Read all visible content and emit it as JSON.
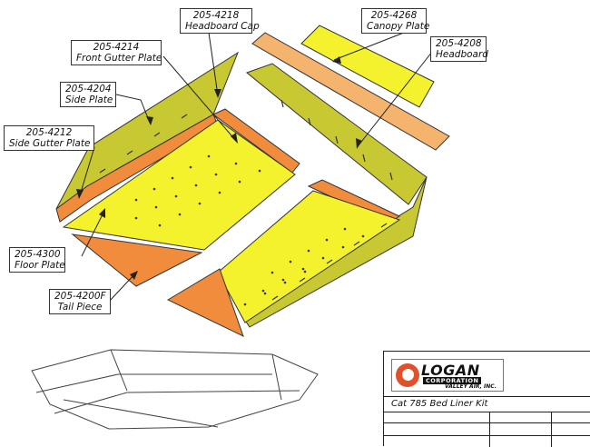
{
  "callouts": [
    {
      "id": "headboard-cap",
      "number": "205-4218",
      "name": "Headboard Cap"
    },
    {
      "id": "canopy-plate",
      "number": "205-4268",
      "name": "Canopy Plate"
    },
    {
      "id": "front-gutter-plate",
      "number": "205-4214",
      "name": "Front Gutter Plate"
    },
    {
      "id": "headboard",
      "number": "205-4208",
      "name": "Headboard"
    },
    {
      "id": "side-plate",
      "number": "205-4204",
      "name": "Side Plate"
    },
    {
      "id": "side-gutter-plate",
      "number": "205-4212",
      "name": "Side Gutter Plate"
    },
    {
      "id": "floor-plate",
      "number": "205-4300",
      "name": "Floor Plate"
    },
    {
      "id": "tail-piece",
      "number": "205-4200F",
      "name": "Tail Piece"
    }
  ],
  "title_block": {
    "logo_name": "LOGAN",
    "logo_corp": "CORPORATION",
    "logo_sub": "VALLEY AIR, INC.",
    "kit_title": "Cat 785 Bed Liner Kit"
  },
  "colors": {
    "yellow": "#f4f22c",
    "olive": "#c8c832",
    "orange": "#f08c3c",
    "light-orange": "#f5b46e",
    "logo-accent": "#e0502a"
  }
}
